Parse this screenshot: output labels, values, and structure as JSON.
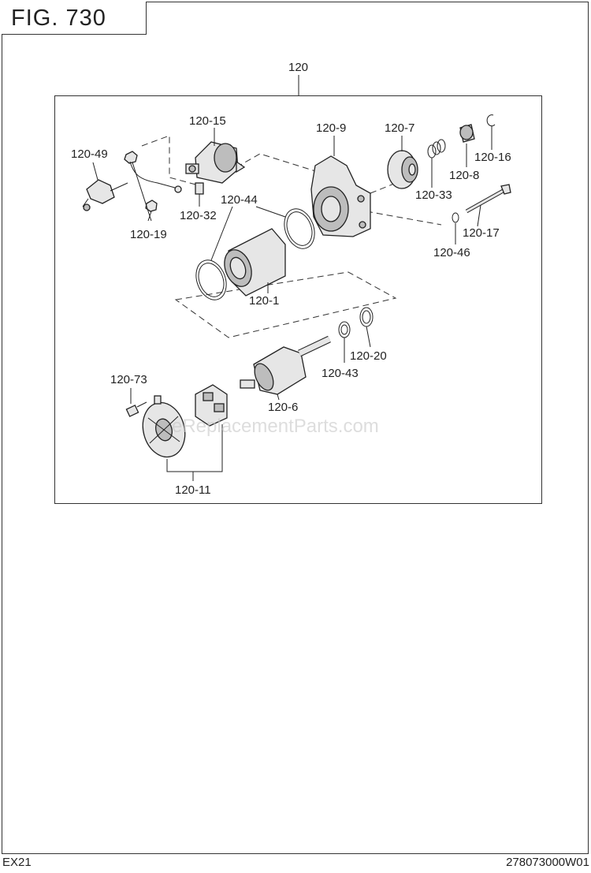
{
  "figure": {
    "title": "FIG.  730"
  },
  "footer": {
    "model": "EX21",
    "code": "278073000W01"
  },
  "watermark": "eReplacementParts.com",
  "assembly_label": "120",
  "parts": {
    "p120_15": "120-15",
    "p120_9": "120-9",
    "p120_7": "120-7",
    "p120_16": "120-16",
    "p120_8": "120-8",
    "p120_33": "120-33",
    "p120_49": "120-49",
    "p120_44": "120-44",
    "p120_32": "120-32",
    "p120_19": "120-19",
    "p120_17": "120-17",
    "p120_46": "120-46",
    "p120_1": "120-1",
    "p120_20": "120-20",
    "p120_43": "120-43",
    "p120_73": "120-73",
    "p120_6": "120-6",
    "p120_11": "120-11"
  }
}
